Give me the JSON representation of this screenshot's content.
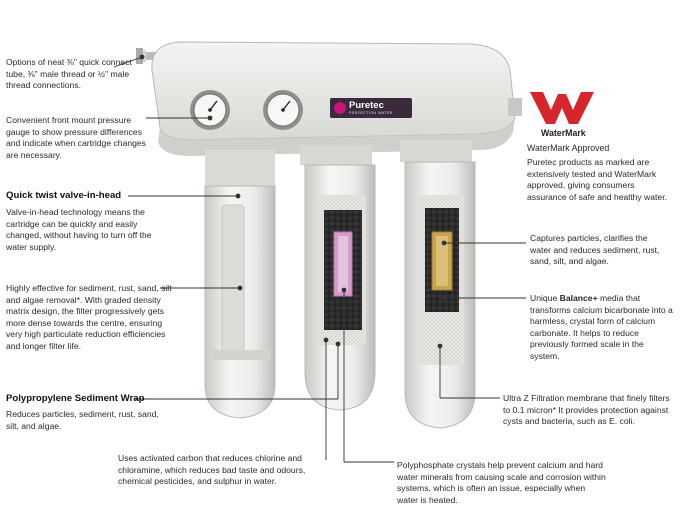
{
  "left": {
    "connections": "Options of neat ⅜\" quick connect tube, ⅜\" male thread or ½\" male thread connections.",
    "gauges": "Convenient front mount pressure gauge to show pressure differences and indicate when cartridge changes are necessary.",
    "valve_heading": "Quick twist valve-in-head",
    "valve_body": "Valve-in-head technology means the cartridge can be quickly and easily changed, without having to turn off the water supply.",
    "sediment": "Highly effective for sediment, rust, sand, silt and algae removal*. With graded density matrix design, the filter progressively gets more dense towards the centre, ensuring very high particulate reduction efficiencies and longer filter life.",
    "wrap_heading": "Polypropylene Sediment Wrap",
    "wrap_body": "Reduces particles, sediment, rust, sand, silt, and algae."
  },
  "right": {
    "watermark_label": "WaterMark",
    "watermark_title": "WaterMark Approved",
    "watermark_body": "Puretec products as marked are extensively tested and WaterMark approved, giving consumers assurance of safe and healthy water.",
    "captures": "Captures particles, clarifies the water and reduces sediment, rust, sand, silt, and algae.",
    "balance_prefix": "Unique ",
    "balance_bold": "Balance+",
    "balance_rest": " media that transforms calcium bicarbonate into a harmless, crystal form of calcium carbonate. It helps to reduce previously formed scale in the system.",
    "ultraz": "Ultra Z Filtration membrane that finely filters to 0.1 micron* It provides protection against cysts and bacteria, such as E. coli."
  },
  "bottom": {
    "carbon": "Uses activated carbon that reduces chlorine and chloramine, which reduces bad taste and odours, chemical pesticides, and sulphur in water.",
    "polyphosphate": "Polyphosphate crystals help prevent calcium and hard water minerals from causing scale and corrosion within systems, which is often an issue, especially when water is heated."
  },
  "product": {
    "brand": "Puretec",
    "tagline": "PERFECTION WATER"
  },
  "colors": {
    "watermark_red": "#d6262b",
    "housing": "#eeeeec",
    "carbon": "#262626",
    "media_pink": "#d49ccc",
    "media_gold": "#c8a44a",
    "badge": "#3a2a3c"
  }
}
